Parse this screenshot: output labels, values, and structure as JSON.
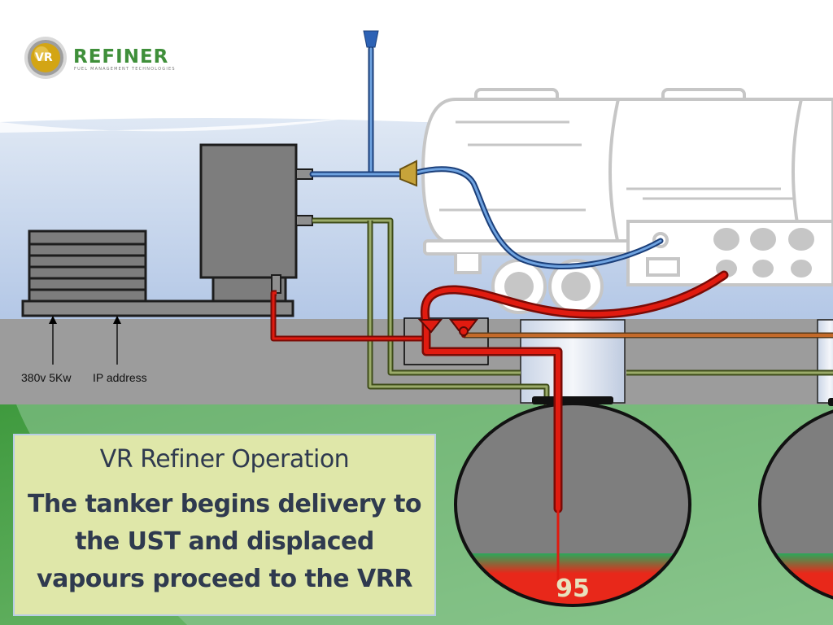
{
  "brand": {
    "name": "REFINER",
    "tagline": "FUEL MANAGEMENT TECHNOLOGIES",
    "mark": "VR"
  },
  "labels": {
    "power": "380v 5Kw",
    "network": "IP address",
    "tank_grade": "95"
  },
  "info": {
    "title": "VR Refiner Operation",
    "body": "The tanker begins delivery to the UST and displaced vapours proceed to the VRR"
  },
  "colors": {
    "vapour_line": "#1f6fd1",
    "fuel_line": "#e01b10",
    "return_line": "#5a6a2a",
    "ground": "#9a9a9a",
    "grass": "#5aa64a",
    "sky": "#b9cdea"
  }
}
